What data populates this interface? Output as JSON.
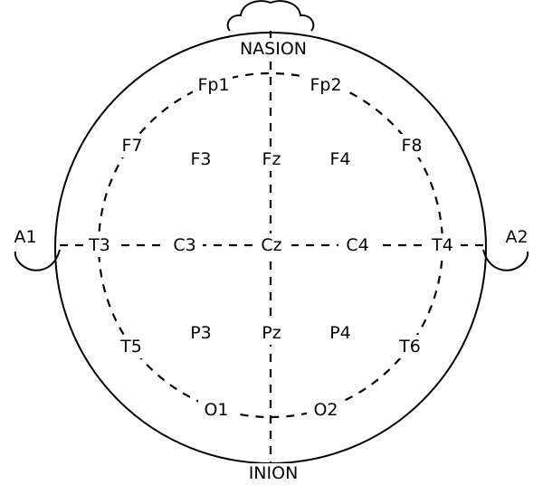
{
  "landmarks": {
    "nasion": "NASION",
    "inion": "INION"
  },
  "ears": {
    "left": "A1",
    "right": "A2"
  },
  "electrodes": {
    "fp1": "Fp1",
    "fp2": "Fp2",
    "f7": "F7",
    "f3": "F3",
    "fz": "Fz",
    "f4": "F4",
    "f8": "F8",
    "t3": "T3",
    "c3": "C3",
    "cz": "Cz",
    "c4": "C4",
    "t4": "T4",
    "t5": "T5",
    "p3": "P3",
    "pz": "Pz",
    "p4": "P4",
    "t6": "T6",
    "o1": "O1",
    "o2": "O2"
  }
}
